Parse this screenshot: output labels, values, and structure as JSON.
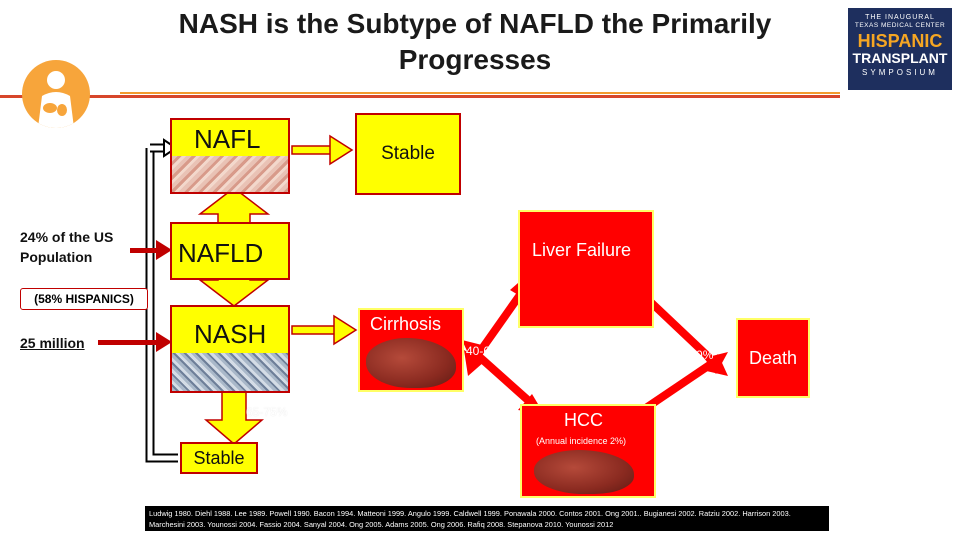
{
  "title": "NASH is the Subtype of NAFLD the Primarily Progresses",
  "brand": {
    "line1": "THE INAUGURAL",
    "line2": "TEXAS MEDICAL CENTER",
    "line3": "HISPANIC",
    "line4": "TRANSPLANT",
    "line5": "SYMPOSIUM"
  },
  "left": {
    "population": "24% of the US Population",
    "hispanics": "(58% HISPANICS)",
    "million": "25 million"
  },
  "nodes": {
    "nafl": "NAFL",
    "nafld": "NAFLD",
    "nash": "NASH",
    "stable_top": "Stable",
    "stable_bottom": "Stable",
    "cirrhosis": "Cirrhosis",
    "liver_failure": "Liver Failure",
    "hcc": "HCC",
    "hcc_note": "(Annual incidence 2%)",
    "death": "Death"
  },
  "percentages": {
    "nash_stable": "65-75%",
    "cirrhosis_range": "40-60%",
    "death_range": "20-30%"
  },
  "references": "Ludwig 1980. Diehl 1988. Lee 1989. Powell 1990. Bacon 1994. Matteoni 1999. Angulo 1999. Caldwell 1999. Ponawala 2000. Contos 2001. Ong 2001.. Bugianesi 2002. Ratziu 2002. Harrison 2003. Marchesini 2003. Younossi 2004. Fassio 2004. Sanyal 2004. Ong 2005. Adams 2005. Ong 2006. Rafiq 2008. Stepanova 2010. Younossi 2012",
  "colors": {
    "yellow": "#ffff00",
    "red": "#ff0000",
    "dark_red": "#c00000",
    "accent": "#f29a2e",
    "navy": "#1e2f5e"
  }
}
